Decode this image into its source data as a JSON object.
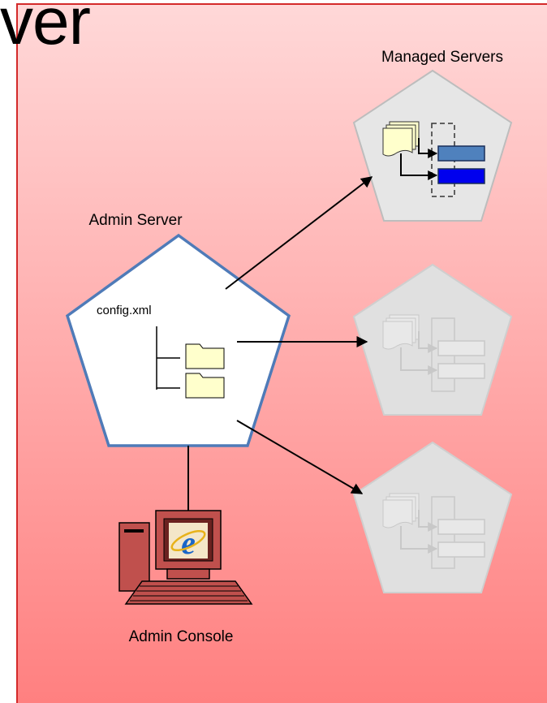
{
  "slide": {
    "title_fragment": "ver"
  },
  "labels": {
    "managed_servers": "Managed Servers",
    "admin_server": "Admin Server",
    "config_file": "config.xml",
    "admin_console": "Admin Console"
  },
  "colors": {
    "panel_border": "#d42a2a",
    "gradient_top": "#ffd8d8",
    "gradient_bottom": "#ff8080",
    "admin_pentagon_stroke": "#4f7bb8",
    "managed_pentagon_fill": "#e6e6e6",
    "deployment_box_1": "#4f81bd",
    "deployment_box_2": "#0000ee",
    "folder_fill": "#ffffcc",
    "computer_body": "#c0504d"
  },
  "icons": {
    "admin_folders": "folder-icon",
    "managed_deployment": "deployment-icon",
    "console": "computer-icon",
    "browser": "internet-explorer-icon"
  }
}
